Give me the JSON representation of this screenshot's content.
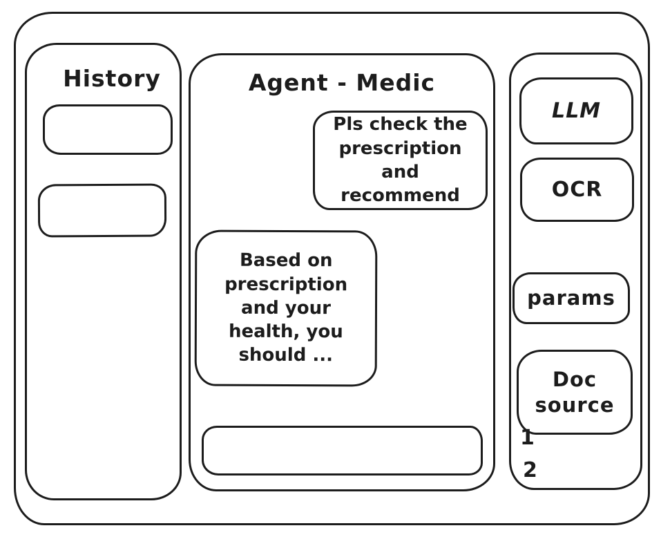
{
  "window": {
    "background": "#ffffff",
    "stroke_color": "#1c1c1c"
  },
  "left_sidebar": {
    "title": "History",
    "items": [
      {
        "label": ""
      },
      {
        "label": ""
      }
    ]
  },
  "chat_panel": {
    "title": "Agent - Medic",
    "messages": [
      {
        "role": "user",
        "text": "Pls check the prescription and recommend"
      },
      {
        "role": "agent",
        "text": "Based on prescription and your health, you should ..."
      }
    ],
    "input": {
      "value": ""
    }
  },
  "right_sidebar": {
    "buttons": [
      {
        "label": "LLM"
      },
      {
        "label": "OCR"
      },
      {
        "label": "params"
      },
      {
        "label": "Doc source"
      }
    ],
    "doc_source_list": [
      "1",
      "2"
    ]
  }
}
